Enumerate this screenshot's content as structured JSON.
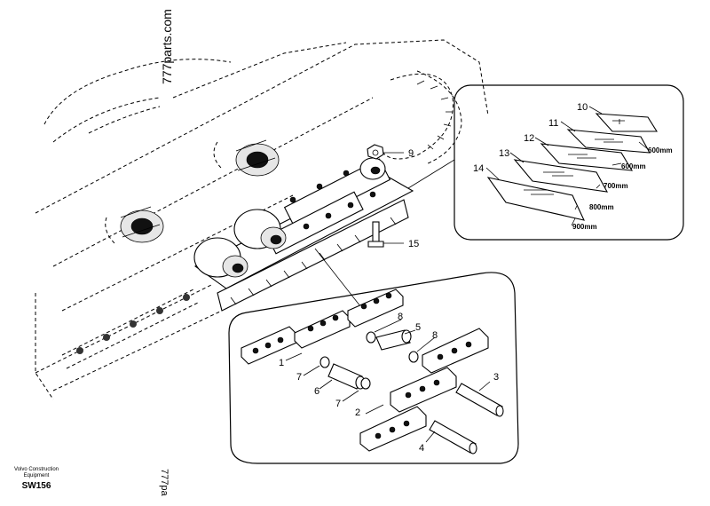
{
  "watermark": {
    "side": "777parts.com",
    "bottom": "777pa"
  },
  "callouts": [
    {
      "id": "c1",
      "text": "1"
    },
    {
      "id": "c2",
      "text": "2"
    },
    {
      "id": "c3",
      "text": "3"
    },
    {
      "id": "c4",
      "text": "4"
    },
    {
      "id": "c5",
      "text": "5"
    },
    {
      "id": "c6",
      "text": "6"
    },
    {
      "id": "c7a",
      "text": "7"
    },
    {
      "id": "c7b",
      "text": "7"
    },
    {
      "id": "c8a",
      "text": "8"
    },
    {
      "id": "c8b",
      "text": "8"
    },
    {
      "id": "c9",
      "text": "9"
    },
    {
      "id": "c10",
      "text": "10"
    },
    {
      "id": "c11",
      "text": "11"
    },
    {
      "id": "c12",
      "text": "12"
    },
    {
      "id": "c13",
      "text": "13"
    },
    {
      "id": "c14",
      "text": "14"
    },
    {
      "id": "c15",
      "text": "15"
    }
  ],
  "shoe_sizes": [
    "600mm",
    "600mm",
    "700mm",
    "800mm",
    "900mm"
  ],
  "footer": {
    "manufacturer_line1": "Volvo Construction",
    "manufacturer_line2": "Equipment",
    "code": "SW156"
  }
}
